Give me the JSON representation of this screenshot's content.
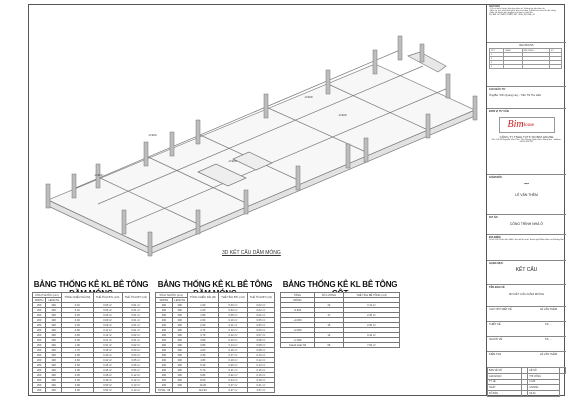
{
  "drawing": {
    "caption": "3D KẾT CẤU DẦM MÓNG",
    "level_tags": [
      "-0.900",
      "-0.900",
      "-0.900",
      "-0.900",
      "-0.900"
    ]
  },
  "table1": {
    "title": "BẢNG THỐNG KÊ KL BÊ TÔNG DẦM MÓNG",
    "group_header": "KÍCH THƯỚC (mm)",
    "headers": [
      "WIDTH",
      "LENGTH",
      "TỔNG CHIỀU DÀI (M)",
      "THỂ TÍCH BTL (m3)",
      "THỂ TÍCH BT (m3)"
    ],
    "rows": [
      [
        "200",
        "300",
        "0.10",
        "0.06 m³",
        "0.01 m³"
      ],
      [
        "200",
        "300",
        "0.10",
        "0.06 m³",
        "0.01 m³"
      ],
      [
        "200",
        "300",
        "0.20",
        "0.09 m³",
        "0.01 m³"
      ],
      [
        "200",
        "300",
        "0.40",
        "0.09 m³",
        "0.01 m³"
      ],
      [
        "200",
        "300",
        "0.40",
        "0.09 m³",
        "0.01 m³"
      ],
      [
        "200",
        "300",
        "0.60",
        "0.11 m³",
        "0.01 m³"
      ],
      [
        "200",
        "300",
        "0.60",
        "0.12 m³",
        "0.02 m³"
      ],
      [
        "200",
        "300",
        "0.90",
        "0.21 m³",
        "0.01 m³"
      ],
      [
        "200",
        "300",
        "1.00",
        "0.31 m³",
        "0.02 m³"
      ],
      [
        "200",
        "300",
        "1.70",
        "0.39 m³",
        "0.03 m³"
      ],
      [
        "200",
        "300",
        "2.00",
        "0.40 m³",
        "0.04 m³"
      ],
      [
        "200",
        "300",
        "2.60",
        "0.42 m³",
        "0.05 m³"
      ],
      [
        "200",
        "300",
        "2.60",
        "0.45 m³",
        "0.06 m³"
      ],
      [
        "200",
        "300",
        "3.00",
        "0.46 m³",
        "0.06 m³"
      ],
      [
        "200",
        "300",
        "3.30",
        "0.48 m³",
        "0.12 m³"
      ],
      [
        "200",
        "300",
        "3.30",
        "0.49 m³",
        "0.12 m³"
      ],
      [
        "200",
        "300",
        "3.90",
        "0.50 m³",
        "0.13 m³"
      ],
      [
        "200",
        "300",
        "3.90",
        "0.54 m³",
        "0.13 m³"
      ]
    ]
  },
  "table2": {
    "title": "BẢNG THỐNG KÊ KL BÊ TÔNG DẦM MÓNG",
    "group_header": "KÍCH THƯỚC (mm)",
    "headers": [
      "WIDTH",
      "LENGTH",
      "TỔNG CHIỀU DÀI (M)",
      "THỂ TÍCH BTL (m3)",
      "THỂ TÍCH BT (m3)"
    ],
    "rows": [
      [
        "200",
        "300",
        "1.00",
        "0.03 m³",
        "0.02 m³"
      ],
      [
        "200",
        "300",
        "1.00",
        "0.03 m³",
        "0.02 m³"
      ],
      [
        "200",
        "300",
        "1.80",
        "0.06 m³",
        "0.02 m³"
      ],
      [
        "200",
        "300",
        "2.60",
        "0.10 m³",
        "0.05 m³"
      ],
      [
        "200",
        "300",
        "2.60",
        "0.11 m³",
        "0.05 m³"
      ],
      [
        "200",
        "300",
        "3.70",
        "0.12 m³",
        "0.06 m³"
      ],
      [
        "200",
        "300",
        "3.70",
        "0.12 m³",
        "0.07 m³"
      ],
      [
        "200",
        "300",
        "3.80",
        "0.13 m³",
        "0.08 m³"
      ],
      [
        "200",
        "300",
        "3.80",
        "0.14 m³",
        "0.08 m³"
      ],
      [
        "200",
        "300",
        "4.00",
        "0.16 m³",
        "0.08 m³"
      ],
      [
        "200",
        "300",
        "4.30",
        "0.17 m³",
        "0.10 m³"
      ],
      [
        "200",
        "300",
        "4.80",
        "0.19 m³",
        "0.12 m³"
      ],
      [
        "200",
        "300",
        "5.30",
        "0.20 m³",
        "0.13 m³"
      ],
      [
        "200",
        "300",
        "5.70",
        "0.21 m³",
        "0.15 m³"
      ],
      [
        "200",
        "300",
        "6.80",
        "0.22 m³",
        "0.16 m³"
      ],
      [
        "200",
        "300",
        "8.00",
        "0.24 m³",
        "0.18 m³"
      ],
      [
        "200",
        "300",
        "10.20",
        "0.27 m³",
        "0.21 m³"
      ]
    ],
    "total": [
      "TOTAL: 36",
      "",
      "110.93",
      "6.27 m³",
      "4.57 m³"
    ]
  },
  "table3": {
    "title": "BẢNG THỐNG KÊ KL BÊ TÔNG CỘT",
    "headers": [
      "TẦNG",
      "SỐ LƯỢNG",
      "THỂ TÍCH BÊ TÔNG (m3)"
    ],
    "rows": [
      [
        "MÓNG",
        "",
        ""
      ],
      [
        "",
        "22",
        "3.11 m³"
      ],
      [
        "-0.900",
        "",
        ""
      ],
      [
        "",
        "17",
        "2.36 m³"
      ],
      [
        "+0.000",
        "",
        ""
      ],
      [
        "",
        "15",
        "2.30 m³"
      ],
      [
        "+4.000",
        "",
        ""
      ],
      [
        "",
        "12",
        "0.42 m³"
      ],
      [
        "+7.600",
        "",
        ""
      ],
      [
        "Grand total: 66",
        "66",
        "7.92 m³"
      ]
    ]
  },
  "titleblock": {
    "notes_label": "GHI CHÚ",
    "notes": "- Tất cả kích thước lấy theo bản vẽ, không đo trên bản vẽ.\n- Mọi sai sót, nhà thầu phải báo cho đơn vị thiết kế trước khi thi công.\n- Bản vẽ thuộc bản quyền của đơn vị thiết kế.",
    "notes_code": "DỰ ÁN: SỐ HIỆU THIẾT KẾ · BIM_HOUSE_01",
    "revision_label": "REVISIONS",
    "revision_headers": [
      "STT",
      "NGÀY",
      "NỘI DUNG",
      "KÝ"
    ],
    "revision_rows": [
      "1",
      "2",
      "3",
      "4"
    ],
    "investor_label": "CHỦ ĐẦU TƯ",
    "investor": "Ông/Bà: Trần Quang Huy - Trần Thị Thu Hiền",
    "designer_label": "ĐƠN VỊ TƯ VẤN",
    "logo_main": "Bim",
    "logo_sub": "House",
    "company": "CÔNG TY TNHH TVTK XD BIM HOUSE",
    "company_address": "Đ/c: Số 93 Nguyễn Văn Tiến, Tân Phong, Biên Hòa, Đồng Nai · Hotline: 0976.443.237",
    "director_label": "GIÁM ĐỐC",
    "director": "LÊ VĂN THÊM",
    "project_label": "DỰ ÁN",
    "project": "CÔNG TRÌNH NHÀ Ở",
    "location_label": "ĐỊA ĐIỂM",
    "location": "Lô số 126 Phân khu 3A-6, khu đô thị mới, thành phố Biên Hòa, tỉnh Đồng Nai",
    "category_label": "HẠNG MỤC",
    "category": "KẾT CẤU",
    "sheet_label": "TÊN BẢN VẼ",
    "sheet_name": "3D KẾT CẤU DẦM MÓNG",
    "sign_rows": [
      {
        "label": "CHỦ TRÌ THIẾT KẾ",
        "name": "LÊ VĂN THÊM"
      },
      {
        "label": "THIẾT KẾ",
        "name": "KS. ..."
      },
      {
        "label": "NGƯỜI VẼ",
        "name": "KS. ..."
      },
      {
        "label": "KIỂM TRA",
        "name": "LÊ VĂN THÊM"
      }
    ],
    "footer": [
      [
        "BẢN VẼ SỐ",
        "",
        "KẾ SỐ",
        ""
      ],
      [
        "GIAI ĐOẠN",
        "",
        "THI CÔNG"
      ],
      [
        "TỶ LỆ",
        "",
        "1:100"
      ],
      [
        "NGÀY",
        "",
        "1/6/2021"
      ],
      [
        "SỐ BẢN",
        "",
        "S0.04"
      ]
    ]
  }
}
